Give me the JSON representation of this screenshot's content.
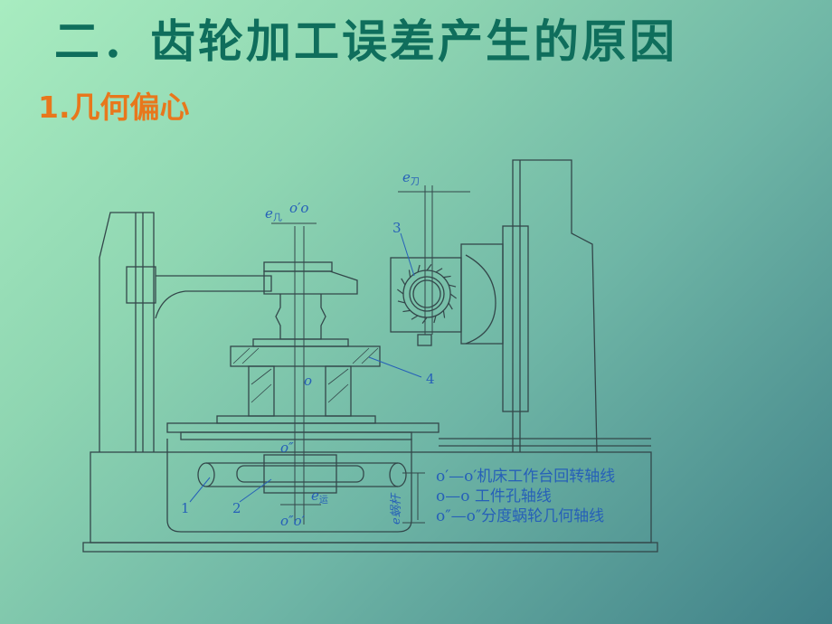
{
  "slide": {
    "title": "二．齿轮加工误差产生的原因",
    "subtitle": "1.几何偏心"
  },
  "diagram": {
    "labels": {
      "e_cutter_e": "e",
      "e_cutter_sub": "刀",
      "e_ji_e": "e",
      "e_ji_sub": "几",
      "o_prime_o": "o′o",
      "num_3": "3",
      "num_4": "4",
      "num_1": "1",
      "num_2": "2",
      "o_center": "o",
      "o_double": "o″",
      "o_double_o_prime": "o″o′",
      "e_yun_e": "e",
      "e_yun_sub": "运",
      "e_woggan": "e蜗杆"
    },
    "legend": [
      "o′—o′机床工作台回转轴线",
      "o—o        工件孔轴线",
      "o″—o″分度蜗轮几何轴线"
    ]
  }
}
